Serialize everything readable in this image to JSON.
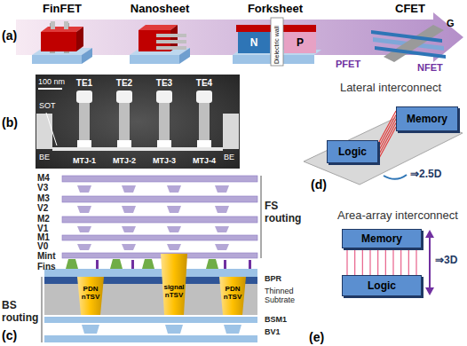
{
  "diagram": {
    "nodes": [
      {
        "text": [
          "Logic"
        ]
      },
      {
        "text": [
          "Memory"
        ]
      },
      {
        "text": [
          "Memory"
        ]
      },
      {
        "text": [
          "Logic"
        ]
      }
    ],
    "edges": [
      {
        "from": 0,
        "to": 1,
        "arrow": "none"
      },
      {
        "from": 2,
        "to": 3,
        "arrow": "none"
      }
    ],
    "labels": [
      "(a)",
      "FinFET",
      "Nanosheet",
      "Forksheet",
      "CFET",
      "N",
      "P",
      "Dielectric wall",
      "G",
      "PFET",
      "NFET",
      "(b)",
      "100 nm",
      "TE1",
      "TE2",
      "TE3",
      "TE4",
      "SOT",
      "BE",
      "BE",
      "MTJ-1",
      "MTJ-2",
      "MTJ-3",
      "MTJ-4",
      "M4",
      "V3",
      "M3",
      "V2",
      "M2",
      "V1",
      "M1",
      "V0",
      "Mint",
      "Fins",
      "FS routing",
      "BPR",
      "PDN nTSV",
      "signal nTSV",
      "PDN nTSV",
      "Thinned Subtrate",
      "BS routing",
      "BSM1",
      "BV1",
      "(c)",
      "Lateral interconnect",
      "⇒2.5D",
      "(d)",
      "Area-array interconnect",
      "⇒3D",
      "(e)"
    ]
  }
}
